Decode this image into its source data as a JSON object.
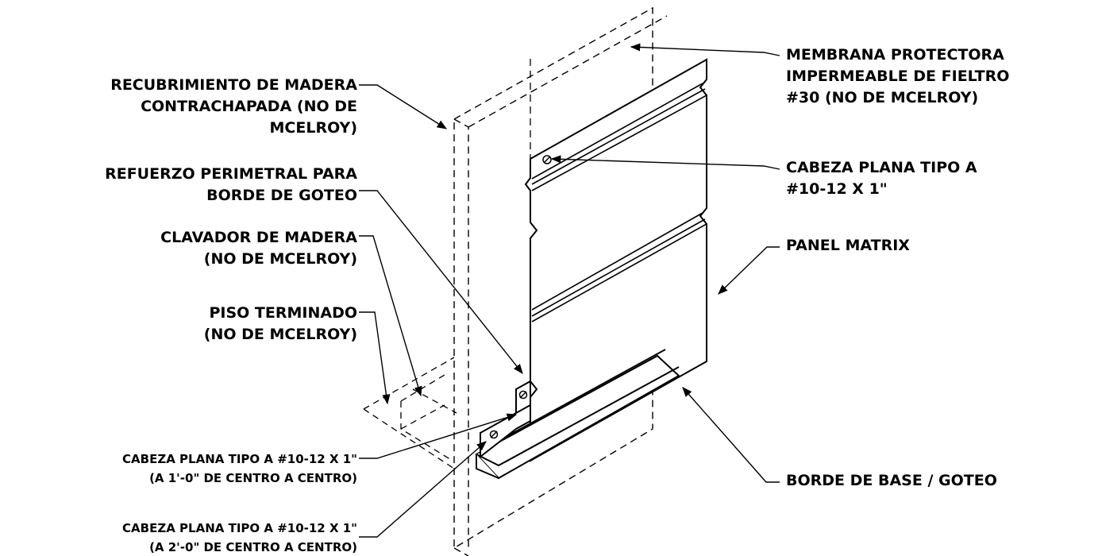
{
  "labels": {
    "membrana": [
      "MEMBRANA PROTECTORA",
      "IMPERMEABLE DE FIELTRO",
      "#30 (NO DE MCELROY)"
    ],
    "cabeza_plana_panel": [
      "CABEZA PLANA TIPO A",
      "#10-12 X 1\""
    ],
    "panel_matrix": [
      "PANEL MATRIX"
    ],
    "borde_base": [
      "BORDE DE BASE / GOTEO"
    ],
    "recubrimiento": [
      "RECUBRIMIENTO DE MADERA",
      "CONTRACHAPADA (NO DE",
      "MCELROY)"
    ],
    "refuerzo": [
      "REFUERZO PERIMETRAL PARA",
      "BORDE DE GOTEO"
    ],
    "clavador": [
      "CLAVADOR DE MADERA",
      "(NO DE MCELROY)"
    ],
    "piso": [
      "PISO TERMINADO",
      "(NO DE MCELROY)"
    ],
    "cabeza_1": [
      "CABEZA PLANA TIPO A #10-12 X 1\"",
      "(A 1'-0\" DE CENTRO A CENTRO)"
    ],
    "cabeza_2": [
      "CABEZA PLANA TIPO A #10-12 X 1\"",
      "(A 2'-0\" DE CENTRO A CENTRO)"
    ]
  },
  "colors": {
    "ink": "#000000",
    "paper": "#ffffff"
  }
}
